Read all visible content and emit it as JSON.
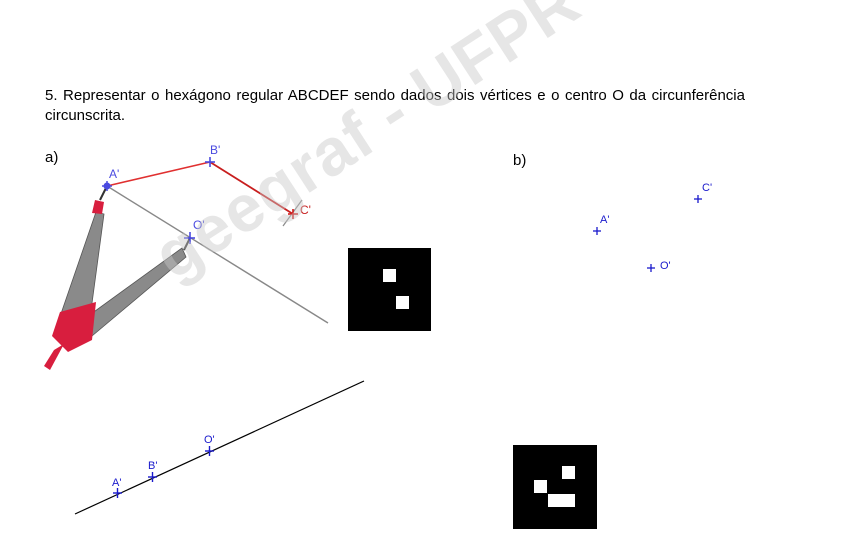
{
  "exercise": {
    "statement": "5. Representar o hexágono regular ABCDEF sendo dados dois vértices e o centro O da circunferência circunscrita.",
    "part_a_label": "a)",
    "part_b_label": "b)"
  },
  "watermark": {
    "text": "geegraf - UFPR"
  },
  "figure_a": {
    "points": {
      "A": "A'",
      "B": "B'",
      "C": "C'",
      "O": "O'"
    },
    "colors": {
      "points": "#4a4ae0",
      "segment": "#e03030",
      "construction": "#888888",
      "compass_body": "#8a8a8a",
      "compass_handle": "#d81e3e"
    }
  },
  "figure_lower_left": {
    "points": {
      "A": "A'",
      "B": "B'",
      "O": "O'"
    },
    "colors": {
      "points": "#1a1acc",
      "line": "#000000"
    }
  },
  "figure_b": {
    "points": {
      "A": "A'",
      "C": "C'",
      "O": "O'"
    },
    "colors": {
      "points": "#1a1acc"
    }
  },
  "codes": {
    "icon_top": "qr-code-icon",
    "icon_bottom": "qr-code-icon"
  }
}
